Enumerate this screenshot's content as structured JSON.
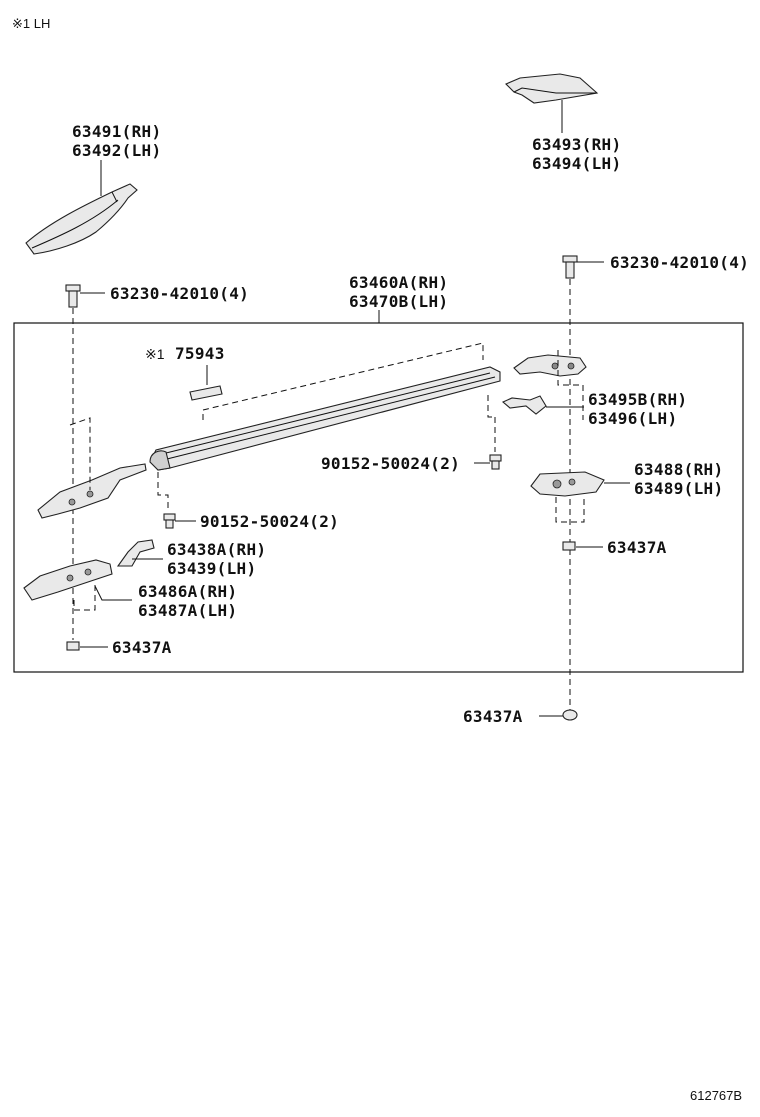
{
  "header": {
    "note": "※1 LH"
  },
  "footer": {
    "code": "612767B"
  },
  "labels": {
    "cover_front_rh": "63491(RH)",
    "cover_front_lh": "63492(LH)",
    "cover_rear_rh": "63493(RH)",
    "cover_rear_lh": "63494(LH)",
    "bolt_left": "63230-42010(4)",
    "bolt_right": "63230-42010(4)",
    "rail_rh": "63460A(RH)",
    "rail_lh": "63470B(LH)",
    "label_part_ref": "※1",
    "label_part": "75943",
    "bracket_rear_top_rh": "63495B(RH)",
    "bracket_rear_top_lh": "63496(LH)",
    "screw_right": "90152-50024(2)",
    "screw_left": "90152-50024(2)",
    "support_rear_rh": "63488(RH)",
    "support_rear_lh": "63489(LH)",
    "nut_right_inner": "63437A",
    "bracket_front_rh": "63438A(RH)",
    "bracket_front_lh": "63439(LH)",
    "support_front_rh": "63486A(RH)",
    "support_front_lh": "63487A(LH)",
    "nut_left": "63437A",
    "nut_right_outer": "63437A"
  }
}
